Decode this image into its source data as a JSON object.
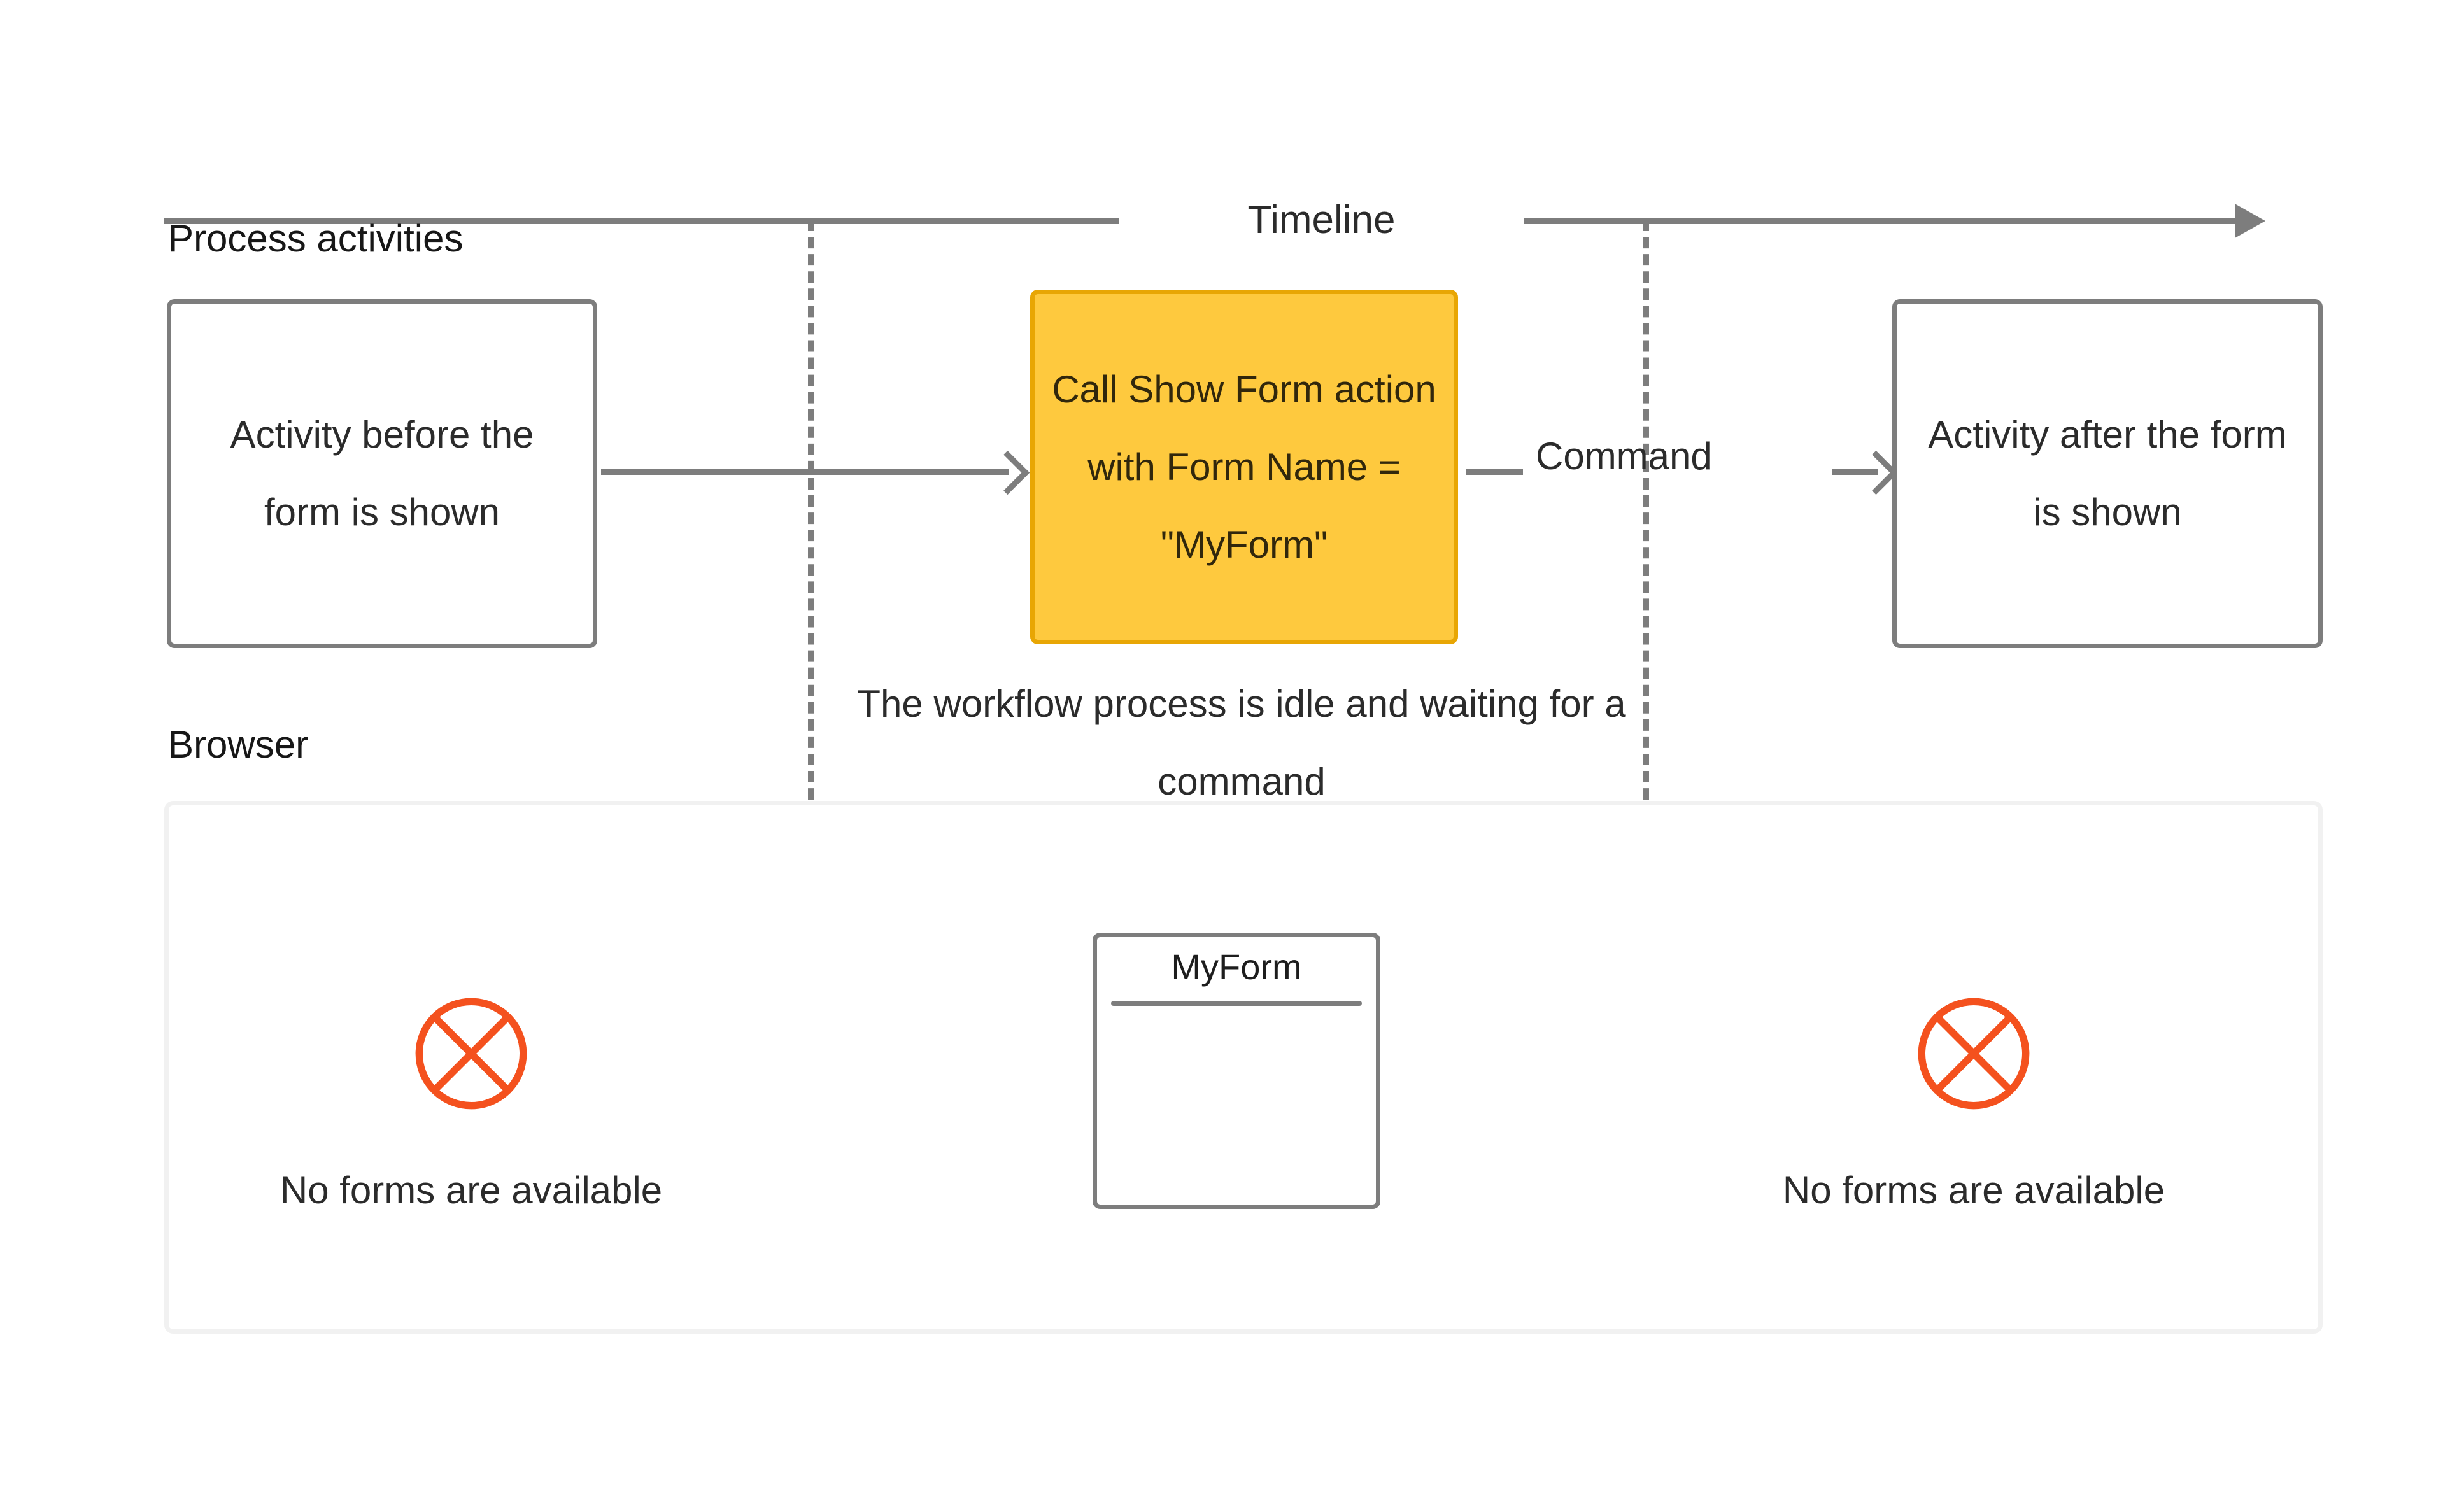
{
  "timeline": {
    "label": "Timeline",
    "arrow_color": "#7d7d7d"
  },
  "sections": {
    "process_activities_label": "Process activities",
    "browser_label": "Browser"
  },
  "process_row": {
    "box_before": "Activity before the form is shown",
    "action_box": "Call Show Form action with Form Name = \"MyForm\"",
    "action_box_fill": "#fec93e",
    "action_box_border": "#e8a604",
    "command_label": "Command",
    "box_after": "Activity after the form is shown",
    "idle_note": "The workflow process is idle and waiting for a command"
  },
  "browser_row": {
    "left_cell": {
      "icon": "no-forms-circle-x-icon",
      "caption": "No forms are available"
    },
    "center_cell": {
      "form_title": "MyForm"
    },
    "right_cell": {
      "icon": "no-forms-circle-x-icon",
      "caption": "No forms are available"
    },
    "icon_color": "#f4511e"
  }
}
